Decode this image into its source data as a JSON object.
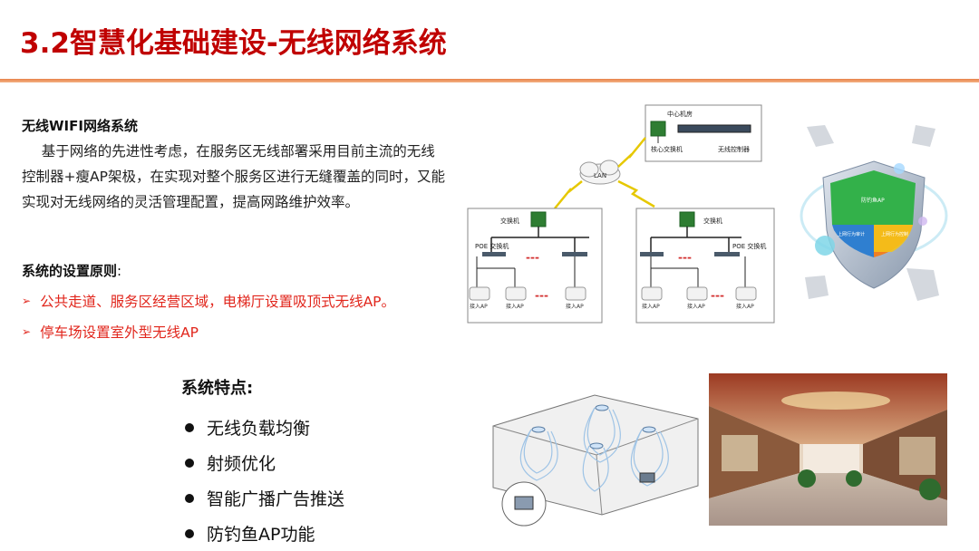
{
  "slide": {
    "title": "3.2智慧化基础建设-无线网络系统"
  },
  "intro": {
    "heading": "无线WIFI网络系统",
    "paragraph": "基于网络的先进性考虑，在服务区无线部署采用目前主流的无线控制器+瘦AP架极，在实现对整个服务区进行无缝覆盖的同时，又能实现对无线网络的灵活管理配置，提高网路维护效率。"
  },
  "principles": {
    "heading": "系统的设置原则",
    "colon": ":",
    "items": [
      "公共走道、服务区经营区域，电梯厅设置吸顶式无线AP。",
      "停车场设置室外型无线AP"
    ]
  },
  "features": {
    "heading": "系统特点:",
    "items": [
      "无线负载均衡",
      "射频优化",
      "智能广播广告推送",
      "防钓鱼AP功能"
    ]
  },
  "network_diagram": {
    "center_room": "中心机房",
    "core_switch": "核心交换机",
    "wireless_controller": "无线控制器",
    "lan": "LAN",
    "switch": "交换机",
    "poe_switch": "POE 交换机",
    "ap_label": "接入AP",
    "ellipsis": "---"
  },
  "shield": {
    "top": "防钓鱼AP",
    "left": "上网行为审计",
    "right": "上网行为控制"
  },
  "colors": {
    "title": "#c00000",
    "accent_rule": "#ed7d31",
    "principle_text": "#e1261c"
  }
}
